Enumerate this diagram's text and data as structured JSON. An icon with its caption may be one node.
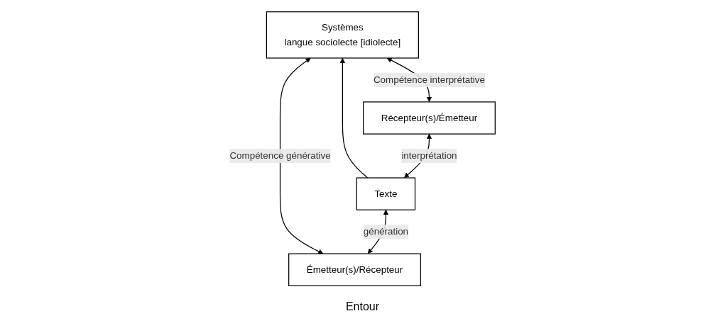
{
  "diagram": {
    "nodes": [
      {
        "text": [
          "Systèmes",
          "langue sociolecte [idiolecte]"
        ]
      },
      {
        "text": [
          "Émetteur(s)/Récepteur"
        ]
      },
      {
        "text": [
          "Texte"
        ]
      },
      {
        "text": [
          "Récepteur(s)/Émetteur"
        ]
      }
    ],
    "edges": [
      {
        "from": 1,
        "to": 0,
        "arrow": "both",
        "label": "Compétence générative"
      },
      {
        "from": 2,
        "to": 0,
        "arrow": "to"
      },
      {
        "from": 3,
        "to": 0,
        "arrow": "both",
        "label": "Compétence interprétative"
      },
      {
        "from": 1,
        "to": 2,
        "arrow": "both",
        "label": "génération"
      },
      {
        "from": 2,
        "to": 3,
        "arrow": "both",
        "label": "interprétation"
      }
    ],
    "labels": [
      "Entour"
    ]
  }
}
